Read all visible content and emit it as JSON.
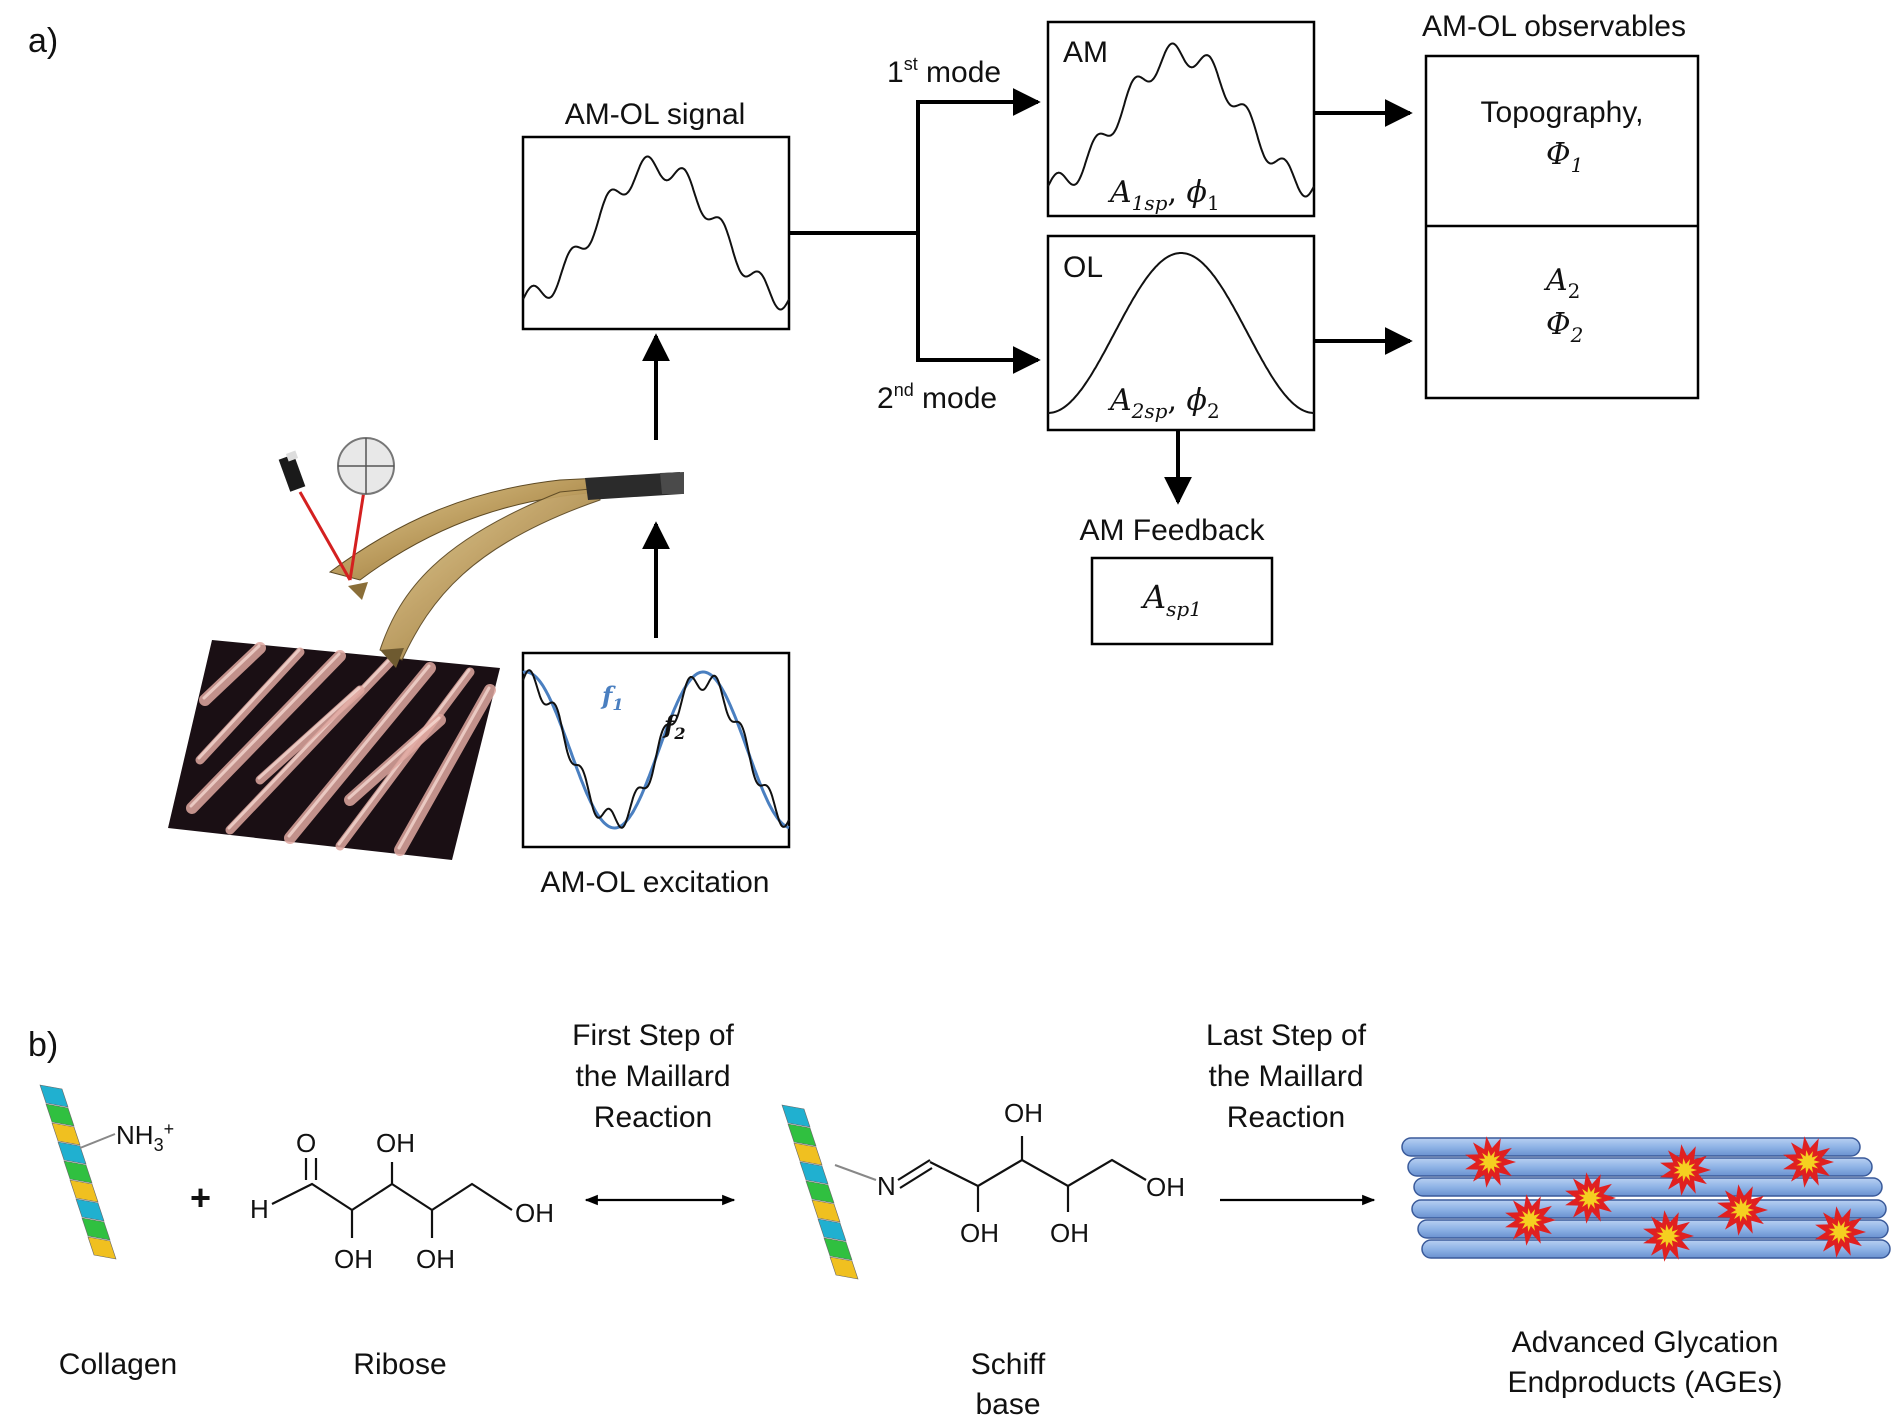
{
  "panel_a": {
    "label": "a)",
    "excitation_title": "AM-OL excitation",
    "excitation_f1": "f",
    "excitation_f1_sub": "1",
    "excitation_f2": "f",
    "excitation_f2_sub": "2",
    "signal_title": "AM-OL signal",
    "mode1_label": "1",
    "mode1_sup": "st",
    "mode1_word": " mode",
    "mode2_label": "2",
    "mode2_sup": "nd",
    "mode2_word": " mode",
    "am_box_title": "AM",
    "am_box_A": "A",
    "am_box_A_sub": "1sp",
    "am_box_phi": "ϕ",
    "am_box_phi_sub": "1",
    "ol_box_title": "OL",
    "ol_box_A": "A",
    "ol_box_A_sub": "2sp",
    "ol_box_phi": "ϕ",
    "ol_box_phi_sub": "2",
    "feedback_title": "AM Feedback",
    "feedback_A": "A",
    "feedback_A_sub": "sp1",
    "observables_title": "AM-OL observables",
    "obs_topography": "Topography,",
    "obs_phi1": "Φ",
    "obs_phi1_sub": "1",
    "obs_A2": "A",
    "obs_A2_sub": "2",
    "obs_phi2": "Φ",
    "obs_phi2_sub": "2",
    "colors": {
      "f1_curve": "#4a7fc0",
      "laser": "#d42020",
      "cantilever": "#b8985a",
      "fibril": "#e0a8a0",
      "background_scan": "#1a0f14"
    }
  },
  "panel_b": {
    "label": "b)",
    "collagen_label": "Collagen",
    "ribose_label": "Ribose",
    "nh3": "NH",
    "nh3_sub": "3",
    "nh3_sup": "+",
    "plus": "+",
    "ribose_O": "O",
    "ribose_H": "H",
    "ribose_OH": "OH",
    "first_step_line1": "First Step of",
    "first_step_line2": "the Maillard",
    "first_step_line3": "Reaction",
    "schiff_line1": "Schiff",
    "schiff_line2": "base",
    "schiff_N": "N",
    "schiff_OH": "OH",
    "last_step_line1": "Last Step of",
    "last_step_line2": "the Maillard",
    "last_step_line3": "Reaction",
    "ages_line1": "Advanced Glycation",
    "ages_line2": "Endproducts (AGEs)",
    "colors": {
      "fibril_tube": "#8fb3e6",
      "fibril_edge": "#3a5a9a",
      "burst_outer": "#e02020",
      "burst_inner": "#f5d020",
      "helix_yellow": "#f0c020",
      "helix_green": "#30c040",
      "helix_cyan": "#20b0d0"
    }
  }
}
